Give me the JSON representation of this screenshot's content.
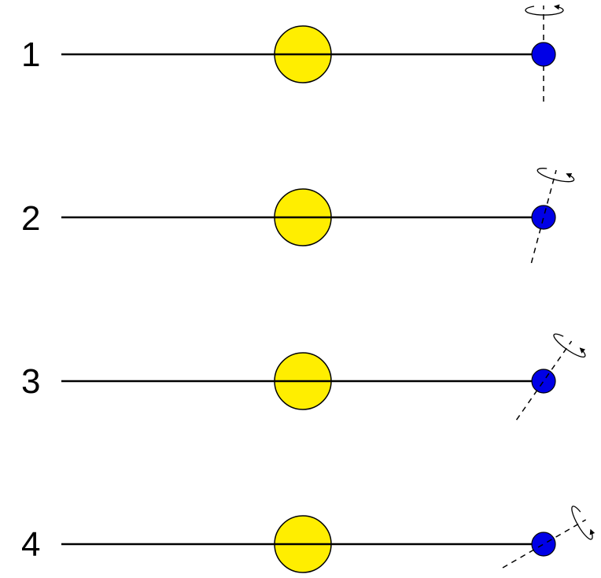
{
  "colors": {
    "sun": "#ffee00",
    "planet": "#0000e6",
    "line": "#000000",
    "background": "#ffffff"
  },
  "rows": [
    {
      "label": "1",
      "tilt_deg": 0
    },
    {
      "label": "2",
      "tilt_deg": 15
    },
    {
      "label": "3",
      "tilt_deg": 35
    },
    {
      "label": "4",
      "tilt_deg": 60
    }
  ]
}
